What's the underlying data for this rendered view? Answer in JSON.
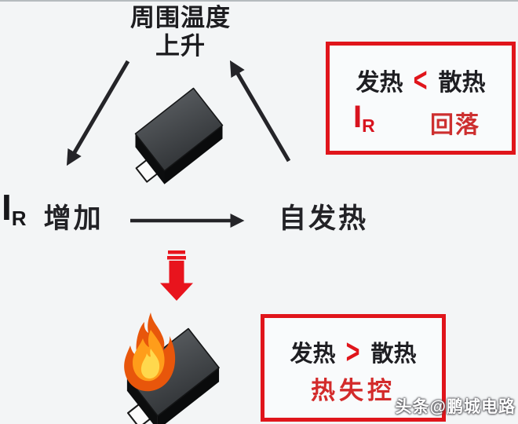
{
  "colors": {
    "background": "#f3f5f6",
    "accent_red": "#e0151b",
    "result_red": "#cd2f2f",
    "text_black": "#1d1d20",
    "flame_orange": "#ff9d1a",
    "flame_yellow": "#ffd84d"
  },
  "cycle": {
    "ambient_temp_line1": "周围温度",
    "ambient_temp_line2": "上升",
    "current_symbol": "I",
    "current_subscript": "R",
    "increase_label": "增加",
    "self_heating_label": "自发热"
  },
  "heat_balance_box": {
    "heating_label": "发热",
    "comparison_symbol": "<",
    "dissipation_label": "散热",
    "current_symbol": "I",
    "current_subscript": "R",
    "result_label": "回落"
  },
  "runaway_box": {
    "heating_label": "发热",
    "comparison_symbol": ">",
    "dissipation_label": "散热",
    "result_label": "热失控"
  },
  "watermark": "头条@鹏城电路"
}
